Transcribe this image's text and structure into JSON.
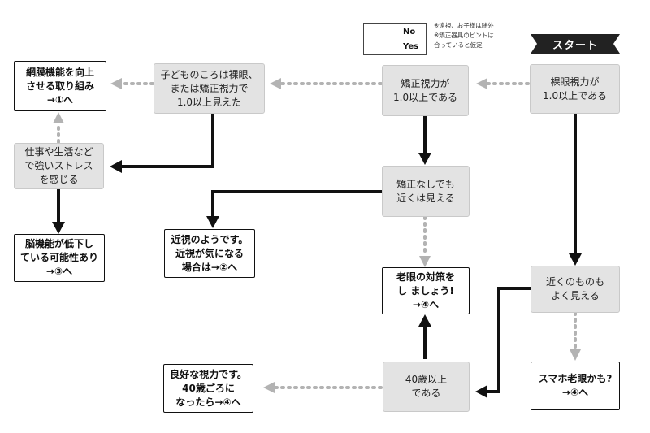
{
  "start_label": "スタート",
  "legend": {
    "no_label": "No",
    "yes_label": "Yes",
    "note": [
      "※遠視、お子様は除外",
      "※矯正器具のピントは",
      "合っていると仮定"
    ]
  },
  "nodes": {
    "naked_eye": [
      "裸眼視力が",
      "1.0以上である"
    ],
    "corrected": [
      "矯正視力が",
      "1.0以上である"
    ],
    "childhood": [
      "子どものころは裸眼、",
      "または矯正視力で",
      "1.0以上見えた"
    ],
    "retina": [
      "網膜機能を向上",
      "させる取り組み",
      "→①へ"
    ],
    "stress": [
      "仕事や生活など",
      "で強いストレス",
      "を感じる"
    ],
    "brain": [
      "脳機能が低下し",
      "ている可能性あり",
      "→③へ"
    ],
    "near_without": [
      "矯正なしでも",
      "近くは見える"
    ],
    "myopia": [
      "近視のようです。",
      "近視が気になる",
      "場合は→②へ"
    ],
    "presbyopia": [
      "老眼の対策を",
      "し ましょう!",
      "→④へ"
    ],
    "near_objects": [
      "近くのものも",
      "よく見える"
    ],
    "smartphone": [
      "スマホ老眼かも?",
      "→④へ"
    ],
    "age40": [
      "40歳以上",
      "である"
    ],
    "good_vision": [
      "良好な視力です。",
      "40歳ごろに",
      "なったら→④へ"
    ]
  }
}
